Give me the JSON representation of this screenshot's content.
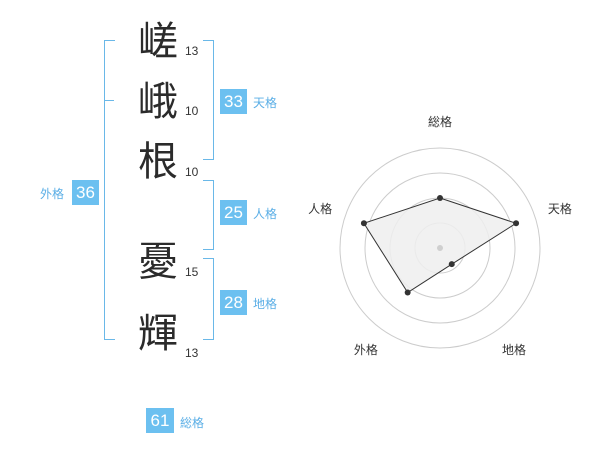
{
  "name": {
    "chars": [
      {
        "char": "嵯",
        "strokes": "13"
      },
      {
        "char": "峨",
        "strokes": "10"
      },
      {
        "char": "根",
        "strokes": "10"
      },
      {
        "char": "憂",
        "strokes": "15"
      },
      {
        "char": "輝",
        "strokes": "13"
      }
    ]
  },
  "kakusu": {
    "tenkaku": {
      "label": "天格",
      "value": "33"
    },
    "jinkaku": {
      "label": "人格",
      "value": "25"
    },
    "chikaku": {
      "label": "地格",
      "value": "28"
    },
    "gaikaku": {
      "label": "外格",
      "value": "36"
    },
    "soukaku": {
      "label": "総格",
      "value": "61"
    }
  },
  "colors": {
    "bracket": "#6ab8e8",
    "badge": "#6cc0f0",
    "label": "#5aaee6",
    "ring": "#cccccc",
    "polygon_fill": "#eeeeee",
    "polygon_stroke": "#333333"
  },
  "chart_data": {
    "type": "radar",
    "axes": [
      "総格",
      "天格",
      "地格",
      "外格",
      "人格"
    ],
    "values": [
      0.5,
      0.8,
      0.2,
      0.55,
      0.8
    ],
    "scale": [
      0,
      1
    ],
    "rings": 4
  }
}
